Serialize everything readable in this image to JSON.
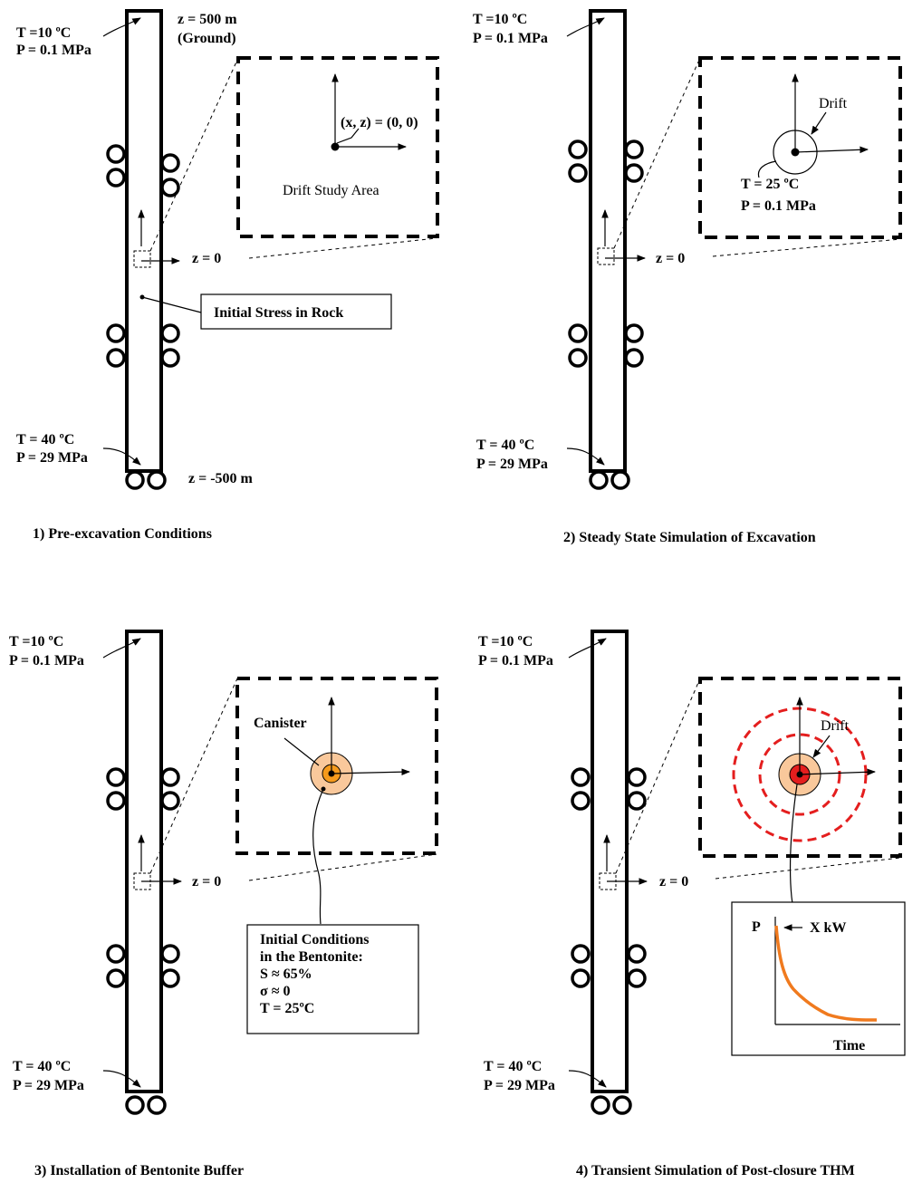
{
  "panels": [
    {
      "caption": "1) Pre-excavation Conditions",
      "top_temp": "T =10 ºC",
      "top_pressure": "P = 0.1 MPa",
      "bottom_temp": "T = 40 ºC",
      "bottom_pressure": "P = 29 MPa",
      "ground_label": "z = 500 m",
      "ground_note": "(Ground)",
      "z0_label": "z =  0",
      "bottom_z_label": "z = -500 m",
      "origin_label": "(x, z) = (0, 0)",
      "study_area_label": "Drift Study Area",
      "stress_label": "Initial Stress in Rock"
    },
    {
      "caption": "2) Steady State Simulation of Excavation",
      "top_temp": "T =10 ºC",
      "top_pressure": "P = 0.1 MPa",
      "bottom_temp": "T = 40 ºC",
      "bottom_pressure": "P = 29 MPa",
      "z0_label": "z =  0",
      "drift_label": "Drift",
      "drift_temp": "T =  25 ºC",
      "drift_pressure": "P = 0.1 MPa"
    },
    {
      "caption": "3) Installation of Bentonite Buffer",
      "top_temp": "T =10 ºC",
      "top_pressure": "P = 0.1 MPa",
      "bottom_temp": "T = 40 ºC",
      "bottom_pressure": "P = 29 MPa",
      "z0_label": "z =  0",
      "canister_label": "Canister",
      "init_lines": [
        "Initial Conditions",
        "in the Bentonite:",
        "S ≈ 65%",
        "σ ≈ 0",
        "T = 25ºC"
      ]
    },
    {
      "caption": "4) Transient Simulation of Post-closure THM",
      "top_temp": "T =10 ºC",
      "top_pressure": "P = 0.1 MPa",
      "bottom_temp": "T = 40 ºC",
      "bottom_pressure": "P = 29 MPa",
      "z0_label": "z =  0",
      "drift_label": "Drift",
      "power_ylabel": "P",
      "power_value": "X kW",
      "power_xlabel": "Time"
    }
  ],
  "colors": {
    "bentonite": "#f9c89b",
    "canister": "#f59a1c",
    "heat_core": "#e41e1e",
    "heat_ring": "#e41e1e",
    "decay_curve": "#f07a1e"
  }
}
